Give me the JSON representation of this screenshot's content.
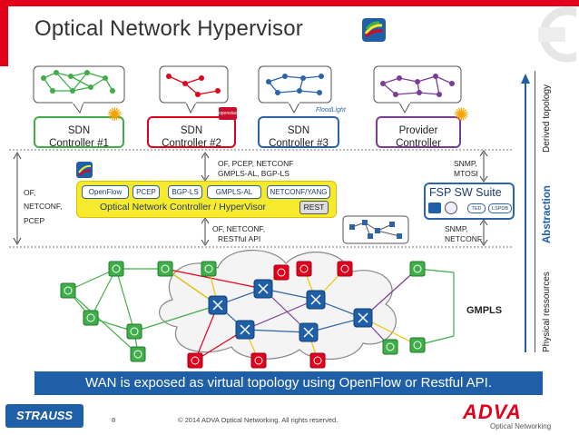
{
  "slide": {
    "title": "Optical Network Hypervisor",
    "page_number": "8",
    "copyright": "© 2014 ADVA Optical Networking. All rights reserved.",
    "banner": "WAN is exposed as virtual topology using OpenFlow or Restful API.",
    "logo_left": "STRAUSS",
    "logo_right": "ADVA",
    "logo_right_sub": "Optical Networking"
  },
  "controllers": [
    {
      "line1": "SDN",
      "line2": "Controller #1",
      "color": "#3fae49",
      "badge": "flower-icon"
    },
    {
      "line1": "SDN",
      "line2": "Controller #2",
      "color": "#e2001a",
      "badge": "openstack-icon"
    },
    {
      "line1": "SDN",
      "line2": "Controller #3",
      "color": "#2b64a8",
      "badge": "floodlight-icon"
    },
    {
      "line1": "Provider",
      "line2": "Controller",
      "color": "#7b3c97",
      "badge": "flower-icon"
    }
  ],
  "badge_text": {
    "openstack": "openstack",
    "floodlight": "FloodLight"
  },
  "interfaces": {
    "north_mid_1": "OF, PCEP, NETCONF",
    "north_mid_2": "GMPLS-AL, BGP-LS",
    "left_1": "OF,",
    "left_2": "NETCONF,",
    "left_3": "PCEP",
    "south_mid_1": "OF, NETCONF,",
    "south_mid_2": "RESTful API",
    "right_top_1": "SNMP,",
    "right_top_2": "MTOSI",
    "right_bottom_1": "SNMP,",
    "right_bottom_2": "NETCONF"
  },
  "onc": {
    "label": "Optical Network Controller / HyperVisor",
    "rest": "REST",
    "protocols": [
      "OpenFlow",
      "PCEP",
      "BGP-LS",
      "GMPLS-AL",
      "NETCONF/YANG"
    ]
  },
  "fsp": {
    "label": "FSP SW Suite",
    "tags": [
      "TED",
      "LSPDB"
    ]
  },
  "gmpls_label": "GMPLS",
  "side": {
    "derived": "Derived topology",
    "abstraction": "Abstraction",
    "physical": "Physical ressources"
  },
  "colors": {
    "accent_red": "#e2001a",
    "blue": "#1f5fa8",
    "yellow": "#f7ea2c",
    "green": "#3fae49",
    "purple": "#7b3c97"
  }
}
